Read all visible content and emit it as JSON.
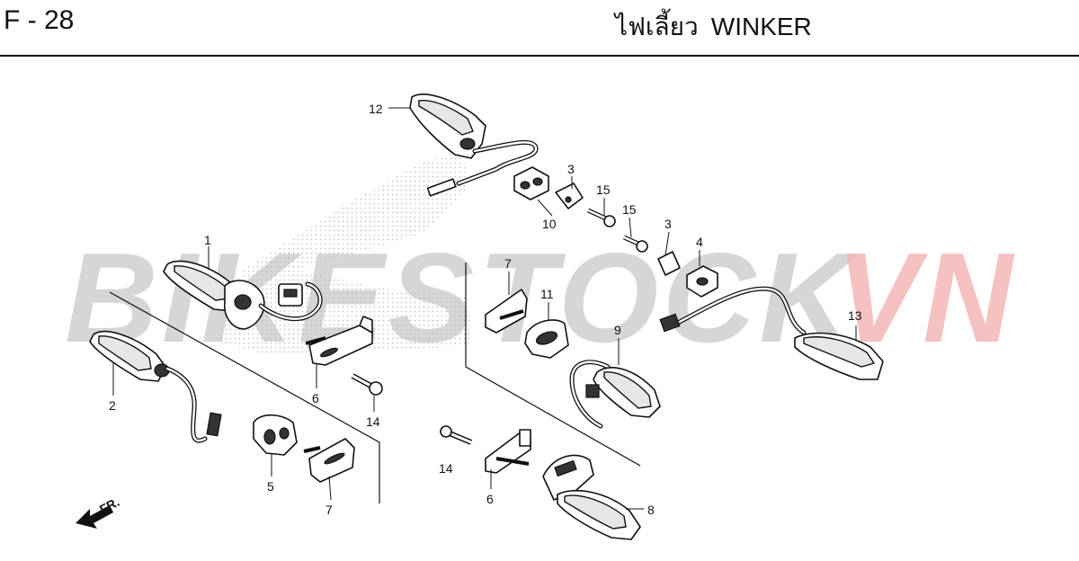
{
  "header": {
    "page_code": "F - 28",
    "title_th": "ไฟเลี้ยว",
    "title_en": "WINKER"
  },
  "watermark": {
    "text_a": "BIKESTOCK",
    "text_b": "VN",
    "color_a": "#cfcfcf",
    "color_b": "#f3b6b6"
  },
  "direction_marker": {
    "label": "FR."
  },
  "callouts": {
    "c1": "1",
    "c2": "2",
    "c3a": "3",
    "c3b": "3",
    "c4": "4",
    "c5": "5",
    "c6a": "6",
    "c6b": "6",
    "c7a": "7",
    "c7b": "7",
    "c8": "8",
    "c9": "9",
    "c10": "10",
    "c11": "11",
    "c12": "12",
    "c13": "13",
    "c14a": "14",
    "c14b": "14",
    "c15a": "15",
    "c15b": "15"
  }
}
